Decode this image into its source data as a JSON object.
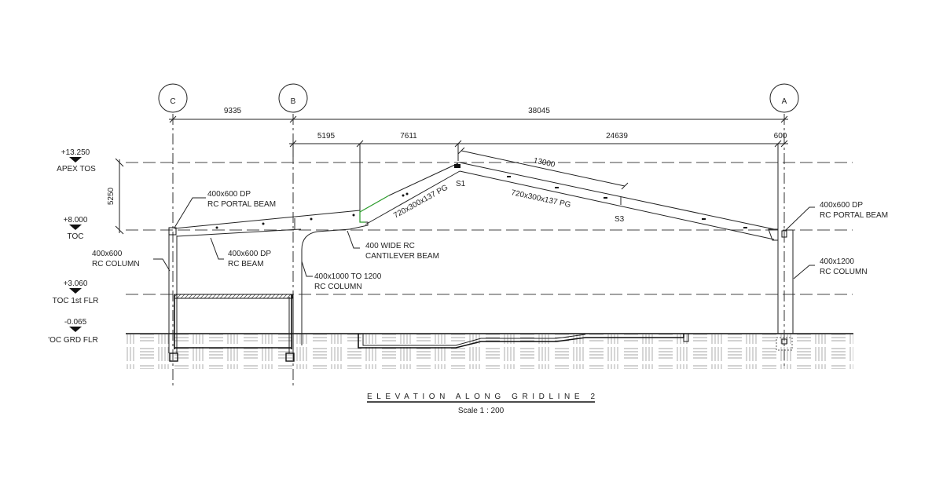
{
  "title": "ELEVATION ALONG GRIDLINE 2",
  "scale": "Scale  1 : 200",
  "gridlines": [
    {
      "label": "C"
    },
    {
      "label": "B"
    },
    {
      "label": "A"
    }
  ],
  "dimensions": {
    "top": [
      "9335",
      "38045"
    ],
    "second": [
      "5195",
      "7611",
      "24639",
      "600"
    ],
    "height": "5250",
    "sloped": "13000"
  },
  "levels": [
    {
      "value": "+13.250",
      "name": "APEX TOS"
    },
    {
      "value": "+8.000",
      "name": "TOC"
    },
    {
      "value": "+3.060",
      "name": "TOC 1st FLR"
    },
    {
      "value": "-0.065",
      "name": "'OC GRD FLR"
    }
  ],
  "annotations": {
    "portal_beam_left": [
      "400x600 DP",
      "RC PORTAL BEAM"
    ],
    "rc_beam": [
      "400x600 DP",
      "RC BEAM"
    ],
    "column_c": [
      "400x600",
      "RC COLUMN"
    ],
    "column_b": [
      "400x1000 TO 1200",
      "RC COLUMN"
    ],
    "cantilever": [
      "400 WIDE RC",
      "CANTILEVER BEAM"
    ],
    "portal_beam_right": [
      "400x600 DP",
      "RC PORTAL BEAM"
    ],
    "column_a": [
      "400x1200",
      "RC COLUMN"
    ],
    "rafter_left": "720x300x137 PG",
    "rafter_right": "720x300x137 PG",
    "splice_1": "S1",
    "splice_3": "S3"
  },
  "colors": {
    "line": "#222222",
    "highlight": "#2a9a2a"
  }
}
